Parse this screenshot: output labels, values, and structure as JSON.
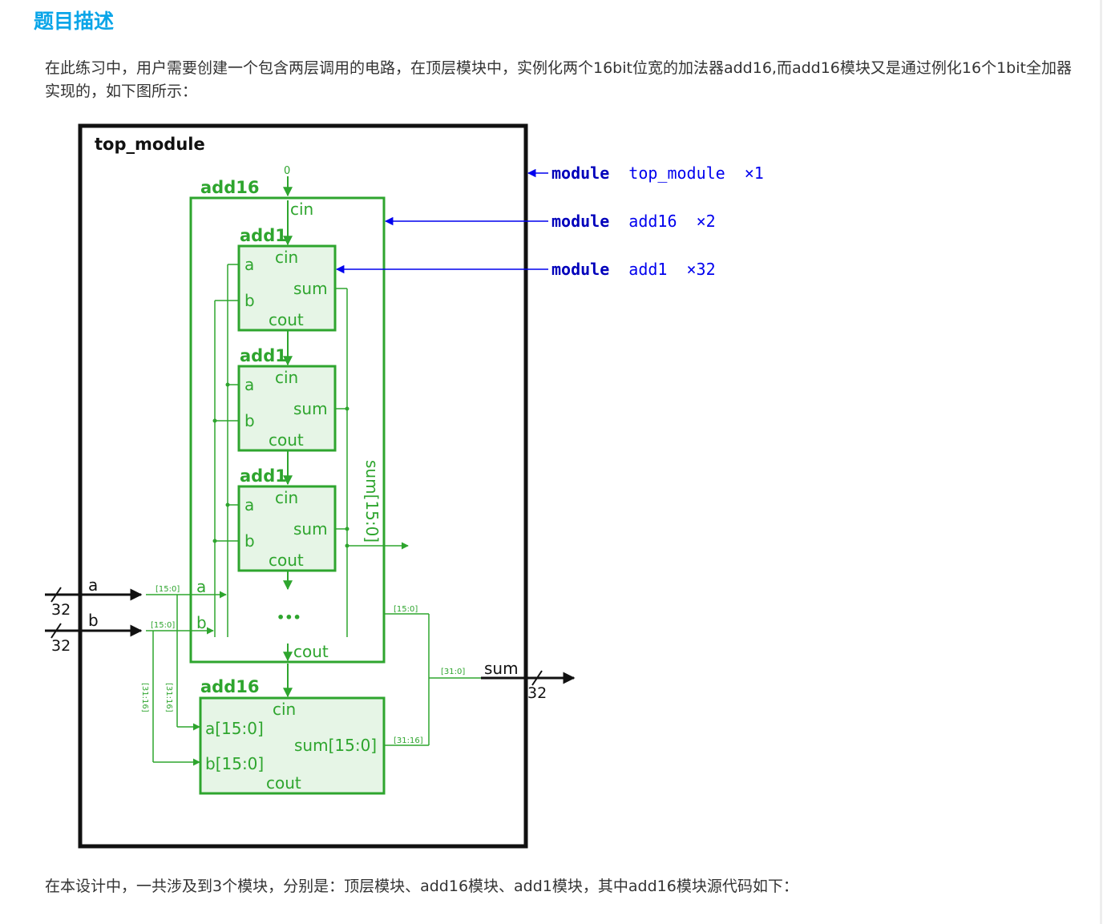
{
  "heading": "题目描述",
  "intro": "在此练习中，用户需要创建一个包含两层调用的电路，在顶层模块中，实例化两个16bit位宽的加法器add16,而add16模块又是通过例化16个1bit全加器实现的，如下图所示：",
  "summary": "在本设计中，一共涉及到3个模块，分别是：顶层模块、add16模块、add1模块，其中add16模块源代码如下：",
  "colors": {
    "heading": "#0aa5e8",
    "wire_green": "#2ea52e",
    "box_fill": "#e6f5e6",
    "annotation_blue": "#0000ee",
    "frame_black": "#111111"
  },
  "diagram": {
    "top_label": "top_module",
    "add16_label": "add16",
    "add1_label": "add1",
    "zero": "0",
    "cin": "cin",
    "cout": "cout",
    "port_a": "a",
    "port_b": "b",
    "port_sum": "sum",
    "ellipsis": "•••",
    "sum_bus": "sum[15:0]",
    "a_hi": "a[15:0]",
    "b_hi": "b[15:0]",
    "sum_hi": "sum[15:0]",
    "input_a": "a",
    "input_b": "b",
    "width": "32",
    "output_sum": "sum",
    "slice_lo": "[15:0]",
    "slice_hi": "[31:16]",
    "slice_full": "[31:0]"
  },
  "annotations": [
    {
      "keyword": "module",
      "name": "top_module",
      "count": "×1"
    },
    {
      "keyword": "module",
      "name": "add16",
      "count": "×2"
    },
    {
      "keyword": "module",
      "name": "add1",
      "count": "×32"
    }
  ]
}
